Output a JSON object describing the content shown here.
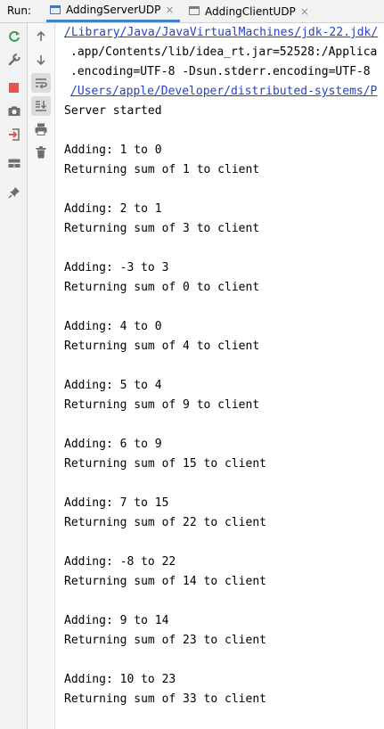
{
  "run_label": "Run:",
  "tabs": [
    {
      "label": "AddingServerUDP",
      "active": true
    },
    {
      "label": "AddingClientUDP",
      "active": false
    }
  ],
  "close_glyph": "×",
  "left_toolbar": [
    "rerun-icon",
    "wrench-icon",
    "stop-icon",
    "camera-icon",
    "exit-icon",
    "layout-icon",
    "pin-icon"
  ],
  "inner_toolbar": [
    "arrow-up-icon",
    "arrow-down-icon",
    "soft-wrap-icon",
    "scroll-to-end-icon",
    "print-icon",
    "trash-icon"
  ],
  "console": {
    "cmd_lines": [
      "/Library/Java/JavaVirtualMachines/jdk-22.jdk/",
      ".app/Contents/lib/idea_rt.jar=52528:/Applica",
      ".encoding=UTF-8 -Dsun.stderr.encoding=UTF-8",
      "/Users/apple/Developer/distributed-systems/P"
    ],
    "lines": [
      "Server started",
      "",
      "Adding: 1 to 0",
      "Returning sum of 1 to client",
      "",
      "Adding: 2 to 1",
      "Returning sum of 3 to client",
      "",
      "Adding: -3 to 3",
      "Returning sum of 0 to client",
      "",
      "Adding: 4 to 0",
      "Returning sum of 4 to client",
      "",
      "Adding: 5 to 4",
      "Returning sum of 9 to client",
      "",
      "Adding: 6 to 9",
      "Returning sum of 15 to client",
      "",
      "Adding: 7 to 15",
      "Returning sum of 22 to client",
      "",
      "Adding: -8 to 22",
      "Returning sum of 14 to client",
      "",
      "Adding: 9 to 14",
      "Returning sum of 23 to client",
      "",
      "Adding: 10 to 23",
      "Returning sum of 33 to client"
    ]
  },
  "colors": {
    "link": "#2341c9",
    "tab_underline": "#4083c9",
    "rerun_green": "#3d9c4a",
    "stop_red": "#e05555"
  }
}
